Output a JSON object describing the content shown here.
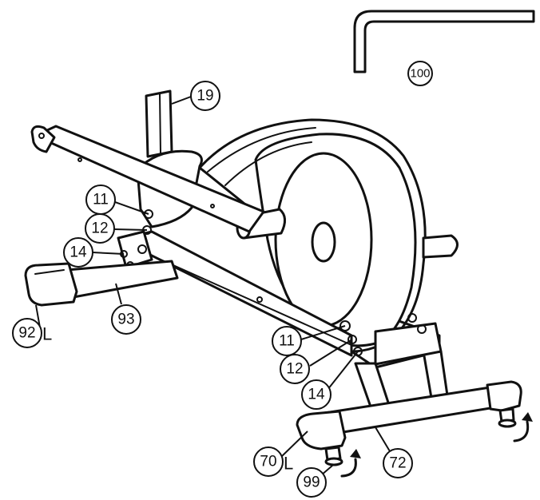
{
  "callouts": {
    "p100": "100",
    "p19": "19",
    "p11_top": "11",
    "p12_top": "12",
    "p14_top": "14",
    "p92": "92",
    "p92_suffix": "L",
    "p93": "93",
    "p11_bottom": "11",
    "p12_bottom": "12",
    "p14_bottom": "14",
    "p70": "70",
    "p70_suffix": "L",
    "p72": "72",
    "p99": "99"
  }
}
